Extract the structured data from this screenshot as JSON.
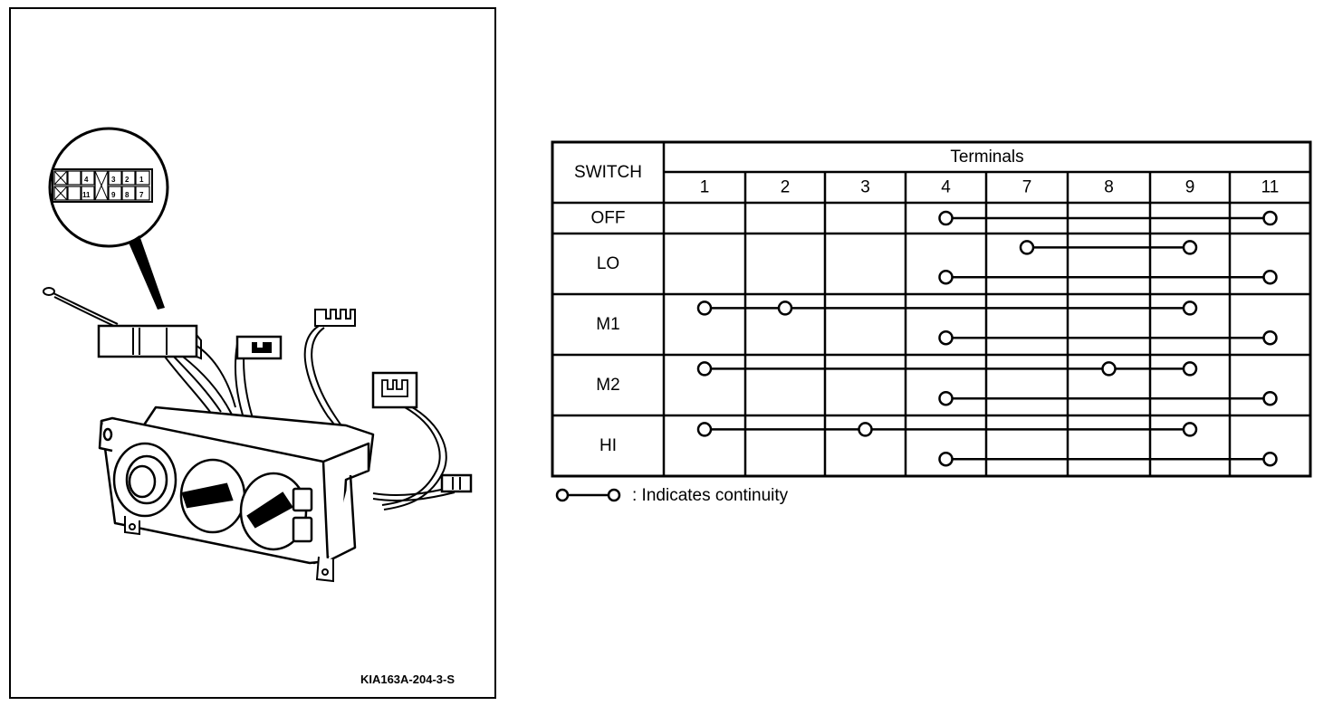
{
  "figure_code": "KIA163A-204-3-S",
  "connector_pins": {
    "top_row": [
      "4",
      "3",
      "2",
      "1"
    ],
    "bottom_row": [
      "11",
      "9",
      "8",
      "7"
    ]
  },
  "table": {
    "switch_header": "SWITCH",
    "terminals_header": "Terminals",
    "terminals": [
      "1",
      "2",
      "3",
      "4",
      "7",
      "8",
      "9",
      "11"
    ],
    "rows": [
      {
        "label": "OFF",
        "lines": [
          [
            "4",
            "11"
          ]
        ]
      },
      {
        "label": "LO",
        "lines": [
          [
            "7",
            "9"
          ],
          [
            "4",
            "11"
          ]
        ]
      },
      {
        "label": "M1",
        "lines": [
          [
            "1",
            "2",
            "9"
          ],
          [
            "4",
            "11"
          ]
        ]
      },
      {
        "label": "M2",
        "lines": [
          [
            "1",
            "8",
            "9"
          ],
          [
            "4",
            "11"
          ]
        ]
      },
      {
        "label": "HI",
        "lines": [
          [
            "1",
            "3",
            "9"
          ],
          [
            "4",
            "11"
          ]
        ]
      }
    ]
  },
  "legend": {
    "text": ": Indicates continuity"
  }
}
